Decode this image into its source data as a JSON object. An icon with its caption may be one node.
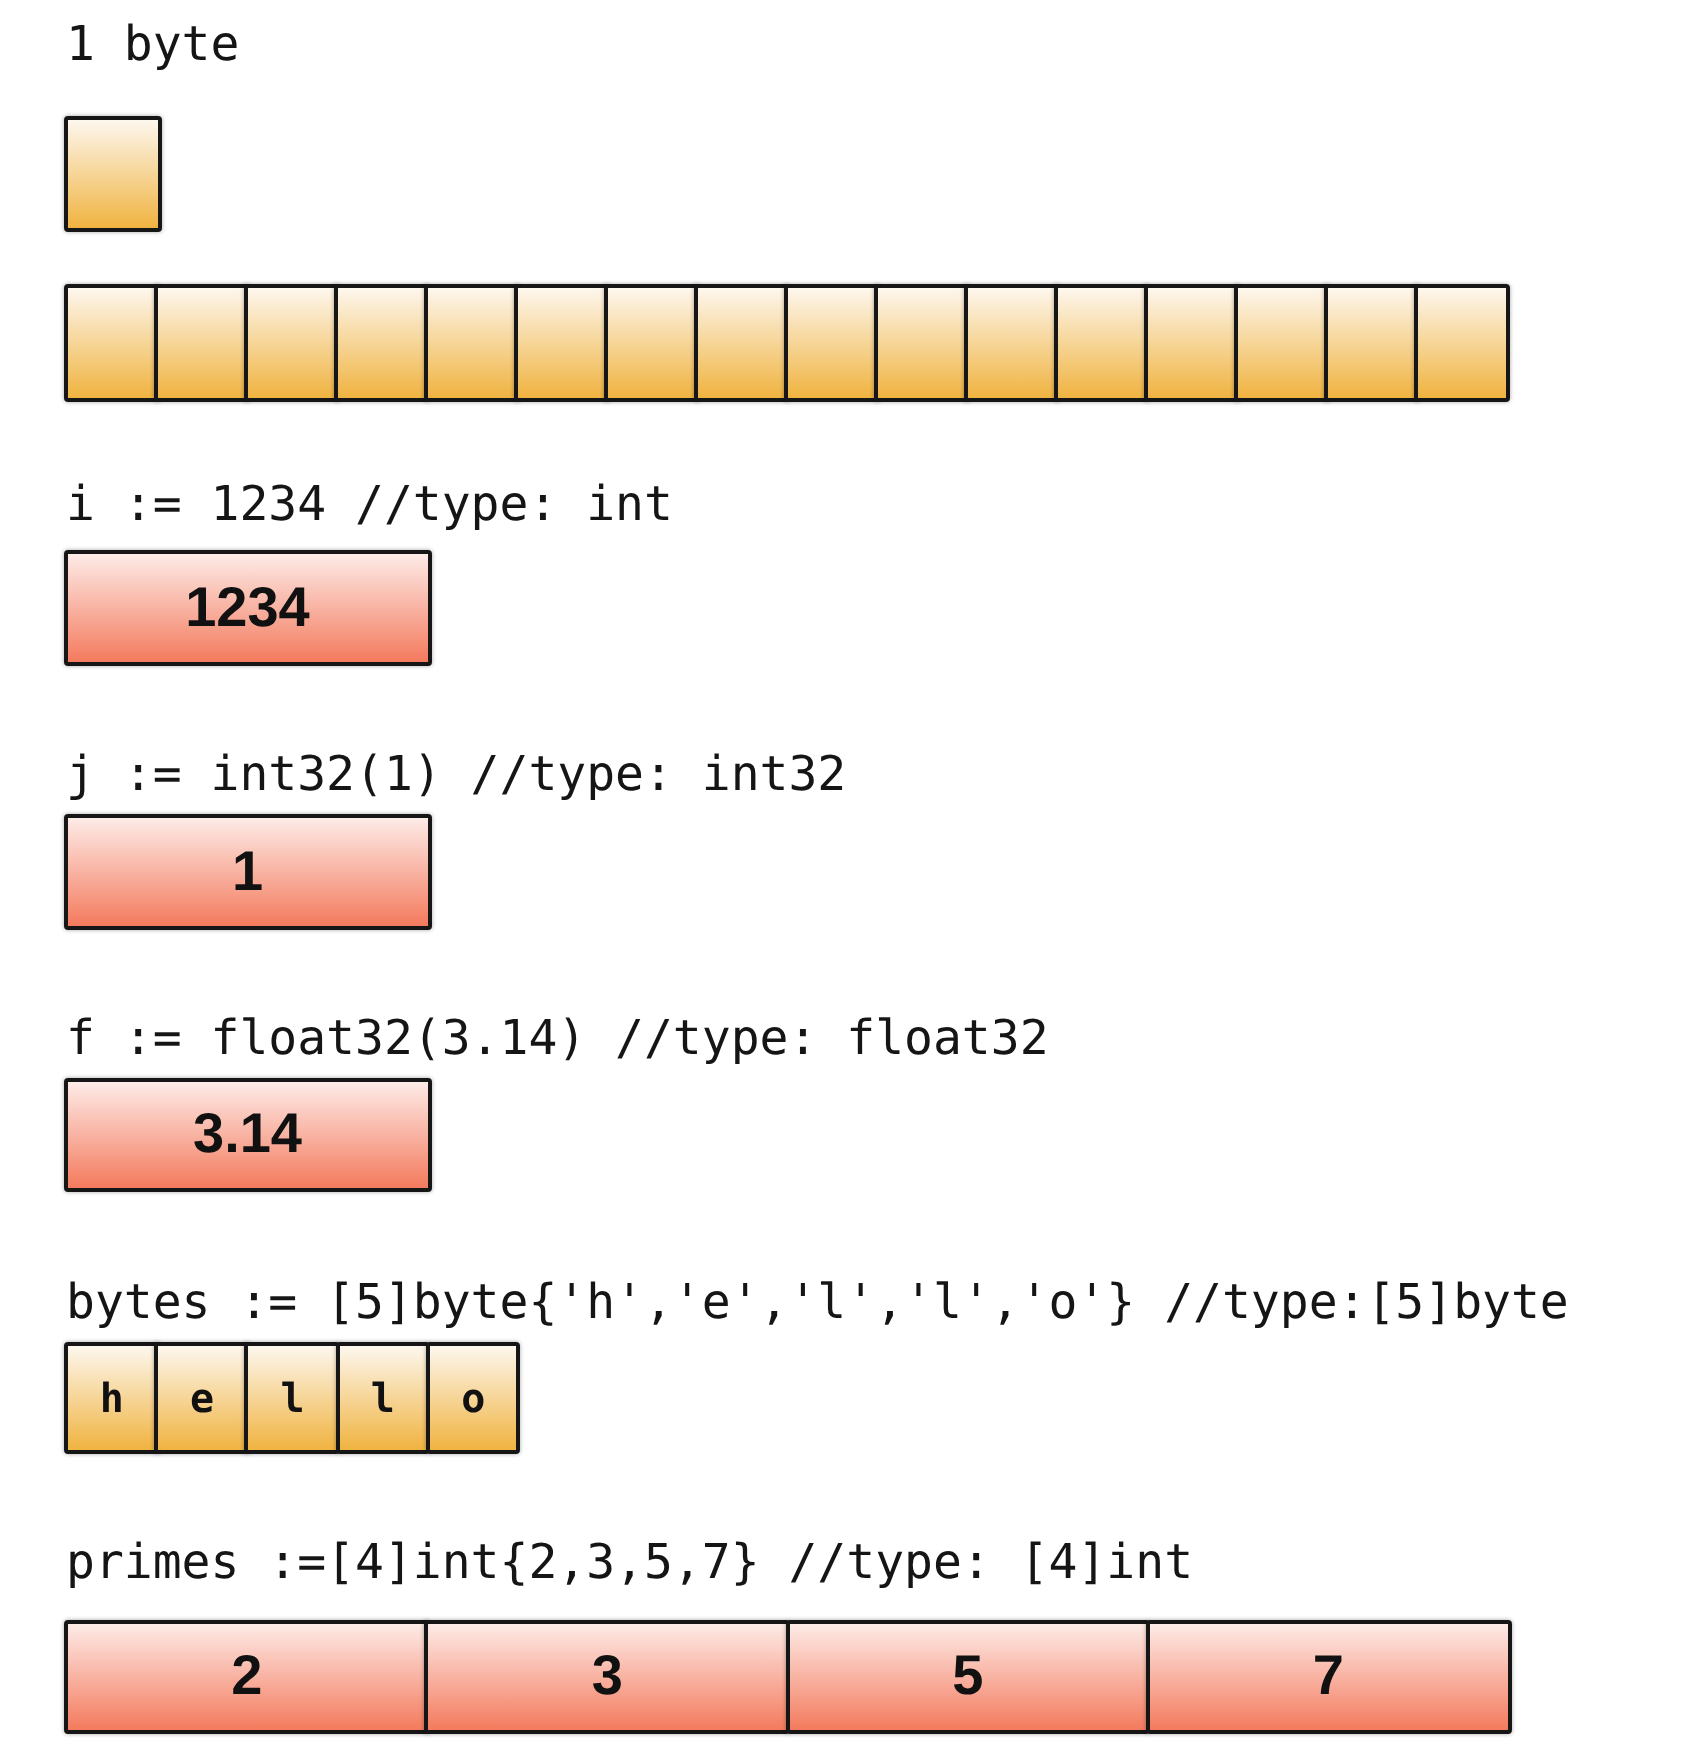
{
  "diagram": {
    "nodes": [
      {
        "text": [],
        "shape": "box"
      },
      {
        "text": [],
        "shape": "box"
      },
      {
        "text": [],
        "shape": "box"
      },
      {
        "text": [],
        "shape": "box"
      },
      {
        "text": [],
        "shape": "box"
      },
      {
        "text": [],
        "shape": "box"
      },
      {
        "text": [],
        "shape": "box"
      },
      {
        "text": [],
        "shape": "box"
      },
      {
        "text": [],
        "shape": "box"
      },
      {
        "text": [],
        "shape": "box"
      },
      {
        "text": [],
        "shape": "box"
      },
      {
        "text": [],
        "shape": "box"
      },
      {
        "text": [],
        "shape": "box"
      },
      {
        "text": [],
        "shape": "box"
      },
      {
        "text": [],
        "shape": "box"
      },
      {
        "text": [],
        "shape": "box"
      },
      {
        "text": [],
        "shape": "box"
      },
      {
        "text": [
          "1234"
        ]
      },
      {
        "text": [
          "1"
        ]
      },
      {
        "text": [
          "3.14"
        ]
      },
      {
        "text": [
          "h"
        ]
      },
      {
        "text": [
          "e"
        ]
      },
      {
        "text": [
          "l"
        ]
      },
      {
        "text": [
          "l"
        ]
      },
      {
        "text": [
          "o"
        ]
      },
      {
        "text": [
          "2"
        ]
      },
      {
        "text": [
          "3"
        ]
      },
      {
        "text": [
          "5"
        ]
      },
      {
        "text": [
          "7"
        ]
      }
    ],
    "labels": [
      "1 byte",
      "i := 1234 //type: int",
      "j := int32(1) //type: int32",
      "f := float32(3.14) //type: float32",
      "bytes := [5]byte{'h','e','l','l','o'} //type:[5]byte",
      "primes :=[4]int{2,3,5,7} //type: [4]int"
    ]
  }
}
